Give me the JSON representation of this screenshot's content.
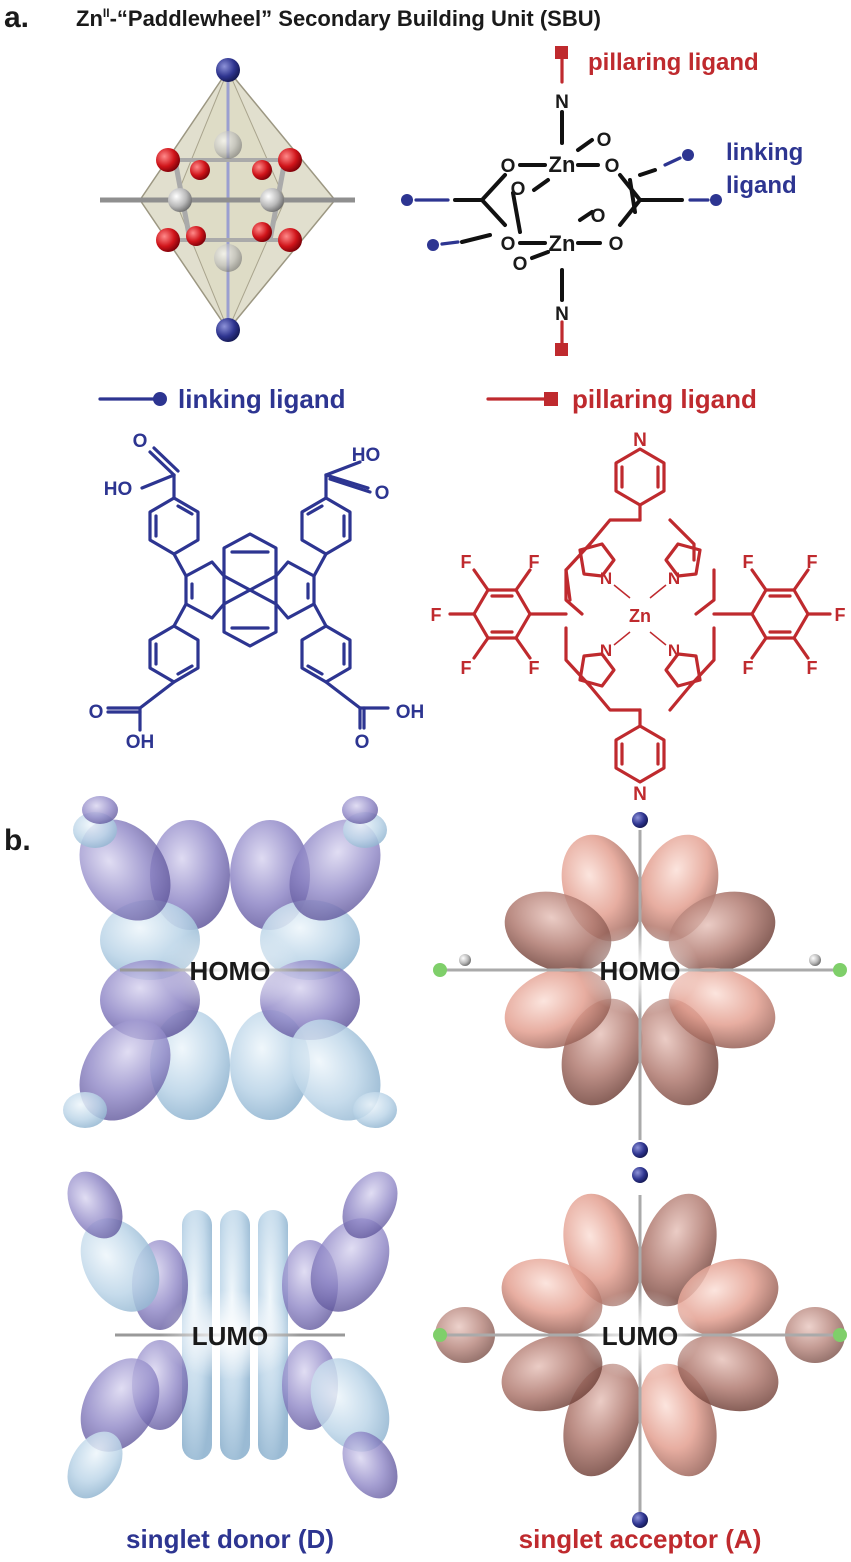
{
  "panel_a": {
    "letter": "a.",
    "title_prefix": "Zn",
    "title_sup": "II",
    "title_rest": "-“Paddlewheel” Secondary Building Unit (SBU)",
    "sbu_labels": {
      "pillaring_ligand": "pillaring ligand",
      "linking_line1": "linking",
      "linking_line2": "ligand",
      "zn": "Zn",
      "o": "O",
      "n": "N"
    },
    "legend": {
      "linking_ligand": "linking ligand",
      "pillaring_ligand": "pillaring ligand"
    },
    "molecule_labels": {
      "ho": "HO",
      "oh": "OH",
      "o": "O",
      "f": "F",
      "n": "N",
      "zn": "Zn"
    }
  },
  "panel_b": {
    "letter": "b.",
    "donor_homo": "HOMO",
    "donor_lumo": "LUMO",
    "acceptor_homo": "HOMO",
    "acceptor_lumo": "LUMO",
    "donor_caption": "singlet donor (D)",
    "acceptor_caption": "singlet acceptor (A)"
  },
  "colors": {
    "linking": "#2d3591",
    "pillaring": "#bf2a2e",
    "donor_orbital_dark": "#7b72b5",
    "donor_orbital_light": "#b7cfe3",
    "acceptor_orbital_dark": "#a86a60",
    "acceptor_orbital_light": "#e9a898"
  }
}
